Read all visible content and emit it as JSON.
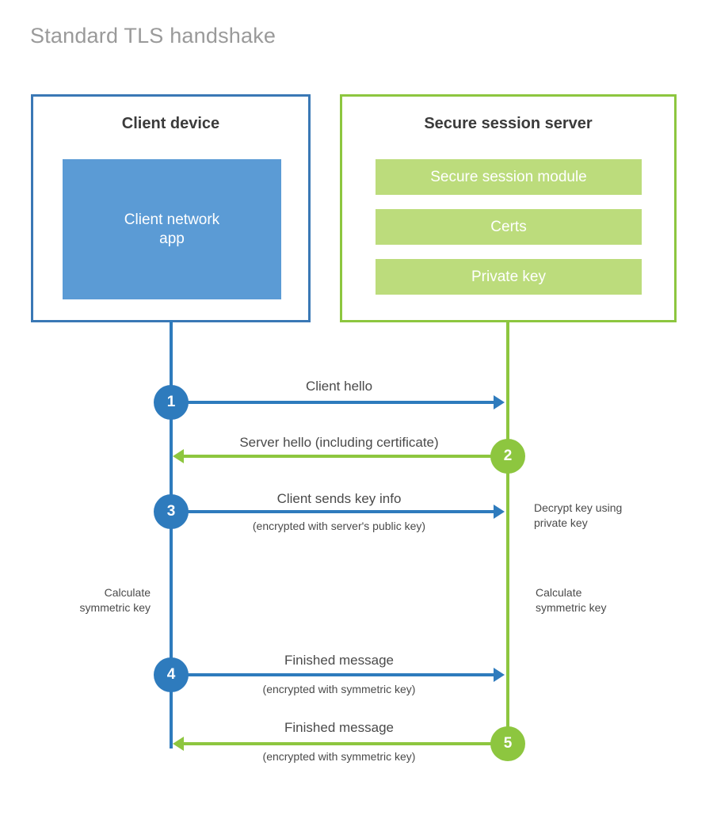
{
  "title": "Standard TLS handshake",
  "colors": {
    "client_stroke": "#3a78b5",
    "client_accent": "#2e7bbd",
    "client_fill": "#5b9bd5",
    "server_stroke": "#8dc63f",
    "server_accent": "#8dc63f",
    "server_fill": "#bcdc7c",
    "title_text": "#9a9a9a",
    "body_text": "#4a4a4a",
    "heading_text": "#3b3b3b",
    "background": "#ffffff"
  },
  "client": {
    "title": "Client device",
    "app_block": "Client network\napp"
  },
  "server": {
    "title": "Secure session server",
    "blocks": [
      {
        "label": "Secure session module"
      },
      {
        "label": "Certs"
      },
      {
        "label": "Private key"
      }
    ]
  },
  "steps": [
    {
      "number": "1",
      "origin": "client",
      "direction": "client-to-server",
      "primary": "Client hello",
      "secondary": ""
    },
    {
      "number": "2",
      "origin": "server",
      "direction": "server-to-client",
      "primary": "Server hello (including certificate)",
      "secondary": ""
    },
    {
      "number": "3",
      "origin": "client",
      "direction": "client-to-server",
      "primary": "Client sends key info",
      "secondary": "(encrypted with server's public key)"
    },
    {
      "number": "4",
      "origin": "client",
      "direction": "client-to-server",
      "primary": "Finished message",
      "secondary": "(encrypted with symmetric key)"
    },
    {
      "number": "5",
      "origin": "server",
      "direction": "server-to-client",
      "primary": "Finished message",
      "secondary": "(encrypted with symmetric key)"
    }
  ],
  "notes": {
    "decrypt": "Decrypt key using\nprivate key",
    "calculate_client": "Calculate\nsymmetric key",
    "calculate_server": "Calculate\nsymmetric key"
  }
}
